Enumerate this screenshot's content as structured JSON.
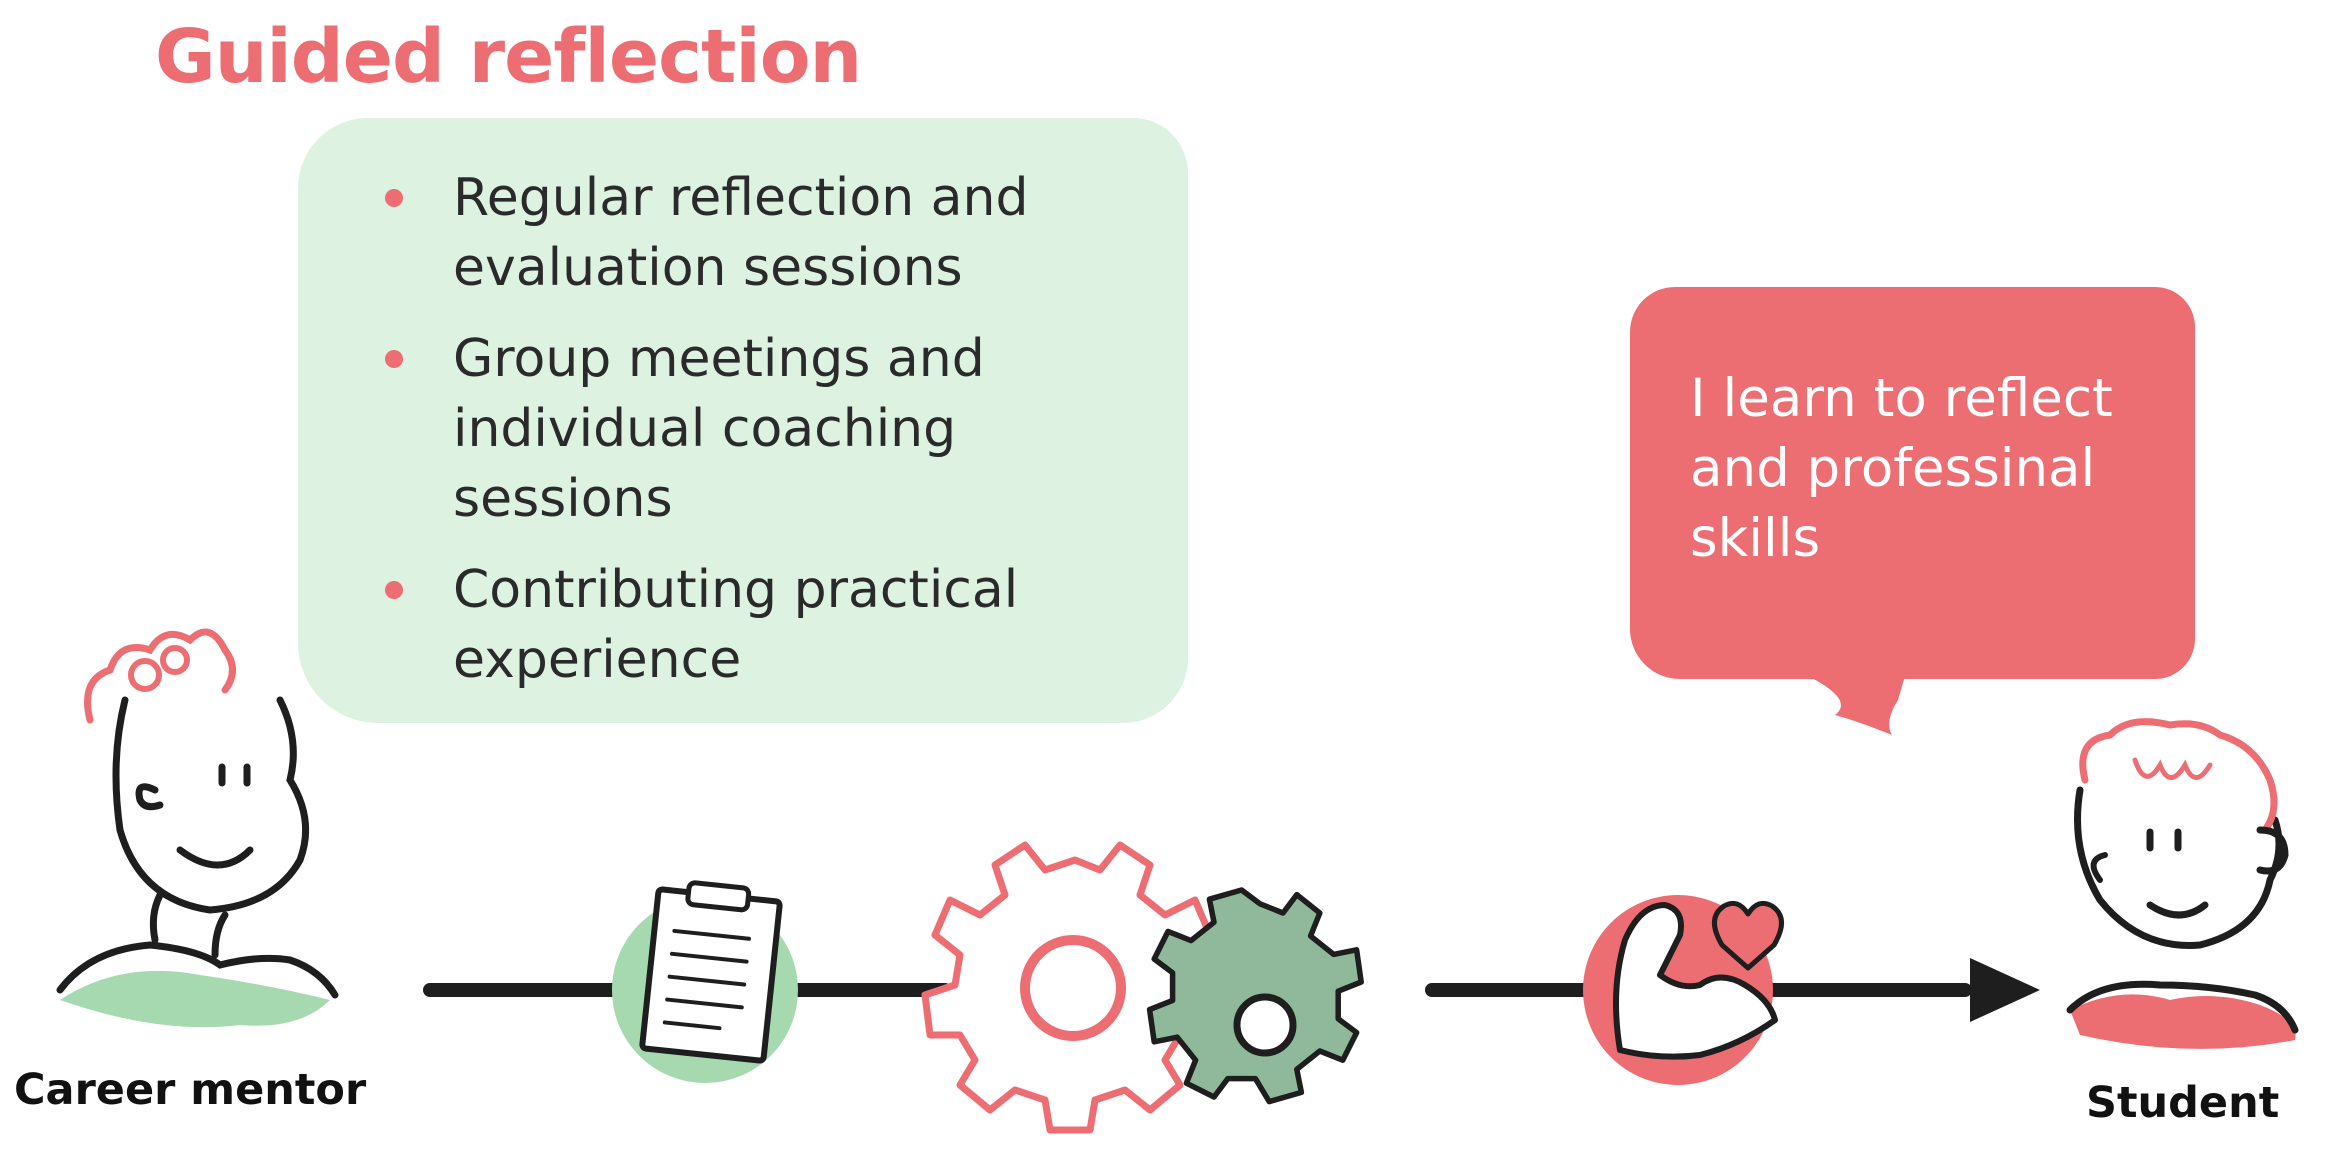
{
  "title": "Guided reflection",
  "bullets": [
    "Regular reflection and evaluation sessions",
    "Group meetings and individual coaching sessions",
    "Contributing practical experience"
  ],
  "speech_bubble": "I learn to reflect and professinal skills",
  "labels": {
    "mentor": "Career mentor",
    "student": "Student"
  },
  "colors": {
    "accent": "#ec6e73",
    "green_light": "#ddf2e1",
    "green_mid": "#a7d9b1",
    "green_gear": "#8fb99a",
    "ink": "#1e1e1e"
  },
  "icons": [
    "career-mentor-figure",
    "clipboard-checklist-icon",
    "gears-icon",
    "flexed-arm-heart-icon",
    "arrow-right-icon",
    "student-figure"
  ]
}
